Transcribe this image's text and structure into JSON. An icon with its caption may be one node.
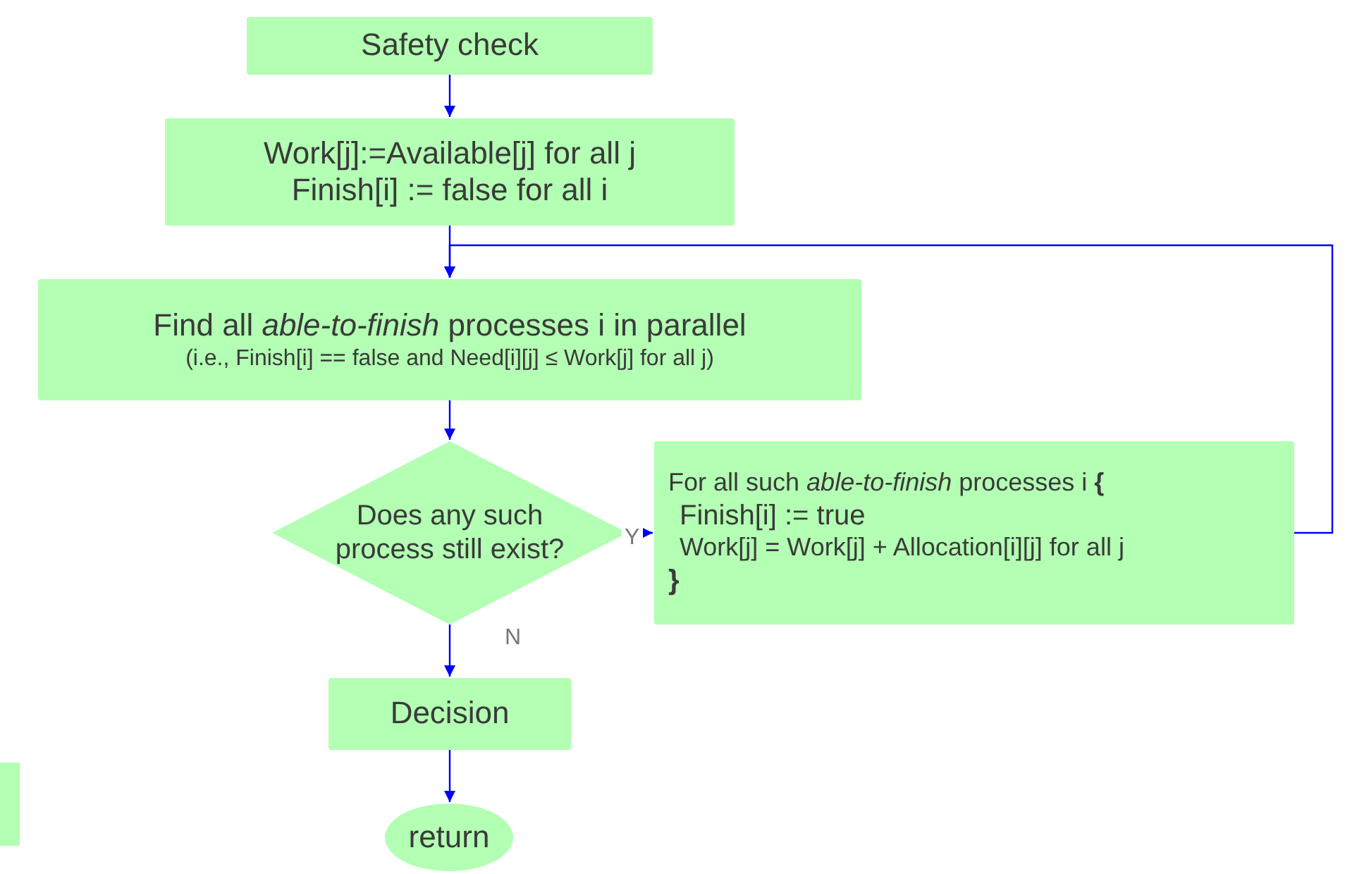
{
  "diagram": {
    "nodes": [
      {
        "text": [
          "Safety check"
        ]
      },
      {
        "text": [
          "Work[j]:=Available[j] for all j",
          "Finish[i] := false for all i"
        ]
      },
      {
        "text": [
          "Find all *able-to-finish* processes i in parallel",
          "(i.e., Finish[i] == false and Need[i][j] ≤ Work[j] for all j)"
        ]
      },
      {
        "text": [
          "Does any such process still exist?"
        ]
      },
      {
        "text": [
          "For all such *able-to-finish* processes i **{**",
          "Finish[i] := true",
          "Work[j] = Work[j] + Allocation[i][j] for all j",
          "}"
        ]
      },
      {
        "text": [
          "Decision"
        ]
      },
      {
        "text": [
          "return"
        ]
      }
    ],
    "edges": [
      {
        "from": 0,
        "to": 1,
        "arrow": "to"
      },
      {
        "from": 1,
        "to": 2,
        "arrow": "to"
      },
      {
        "from": 2,
        "to": 3,
        "arrow": "to"
      },
      {
        "from": 3,
        "to": 4,
        "arrow": "to",
        "label": "Y"
      },
      {
        "from": 3,
        "to": 5,
        "arrow": "to",
        "label": "N"
      },
      {
        "from": 5,
        "to": 6,
        "arrow": "to"
      },
      {
        "from": 4,
        "to": 2,
        "arrow": "to"
      }
    ]
  }
}
